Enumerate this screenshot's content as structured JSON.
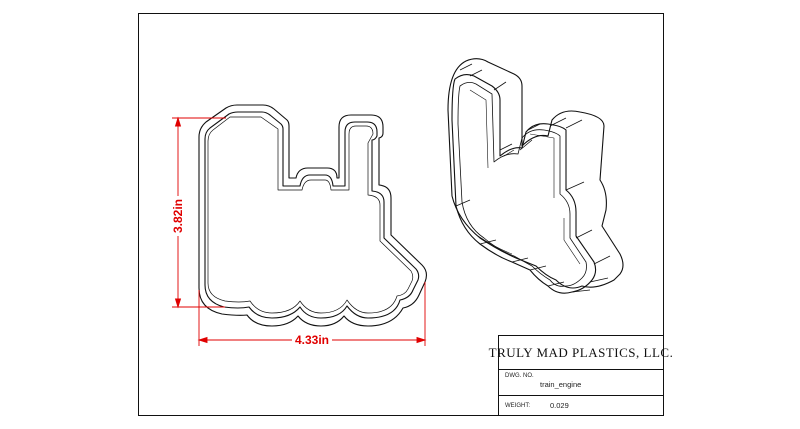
{
  "drawing": {
    "dimensions": {
      "height": "3.82in",
      "width": "4.33in"
    },
    "title_block": {
      "company": "TRULY MAD PLASTICS, LLC.",
      "dwg_no_label": "DWG.  NO.",
      "dwg_no": "train_engine",
      "weight_label": "WEIGHT:",
      "weight": "0.029"
    }
  },
  "colors": {
    "dimension": "#e00000",
    "line": "#111111",
    "background": "#ffffff"
  }
}
